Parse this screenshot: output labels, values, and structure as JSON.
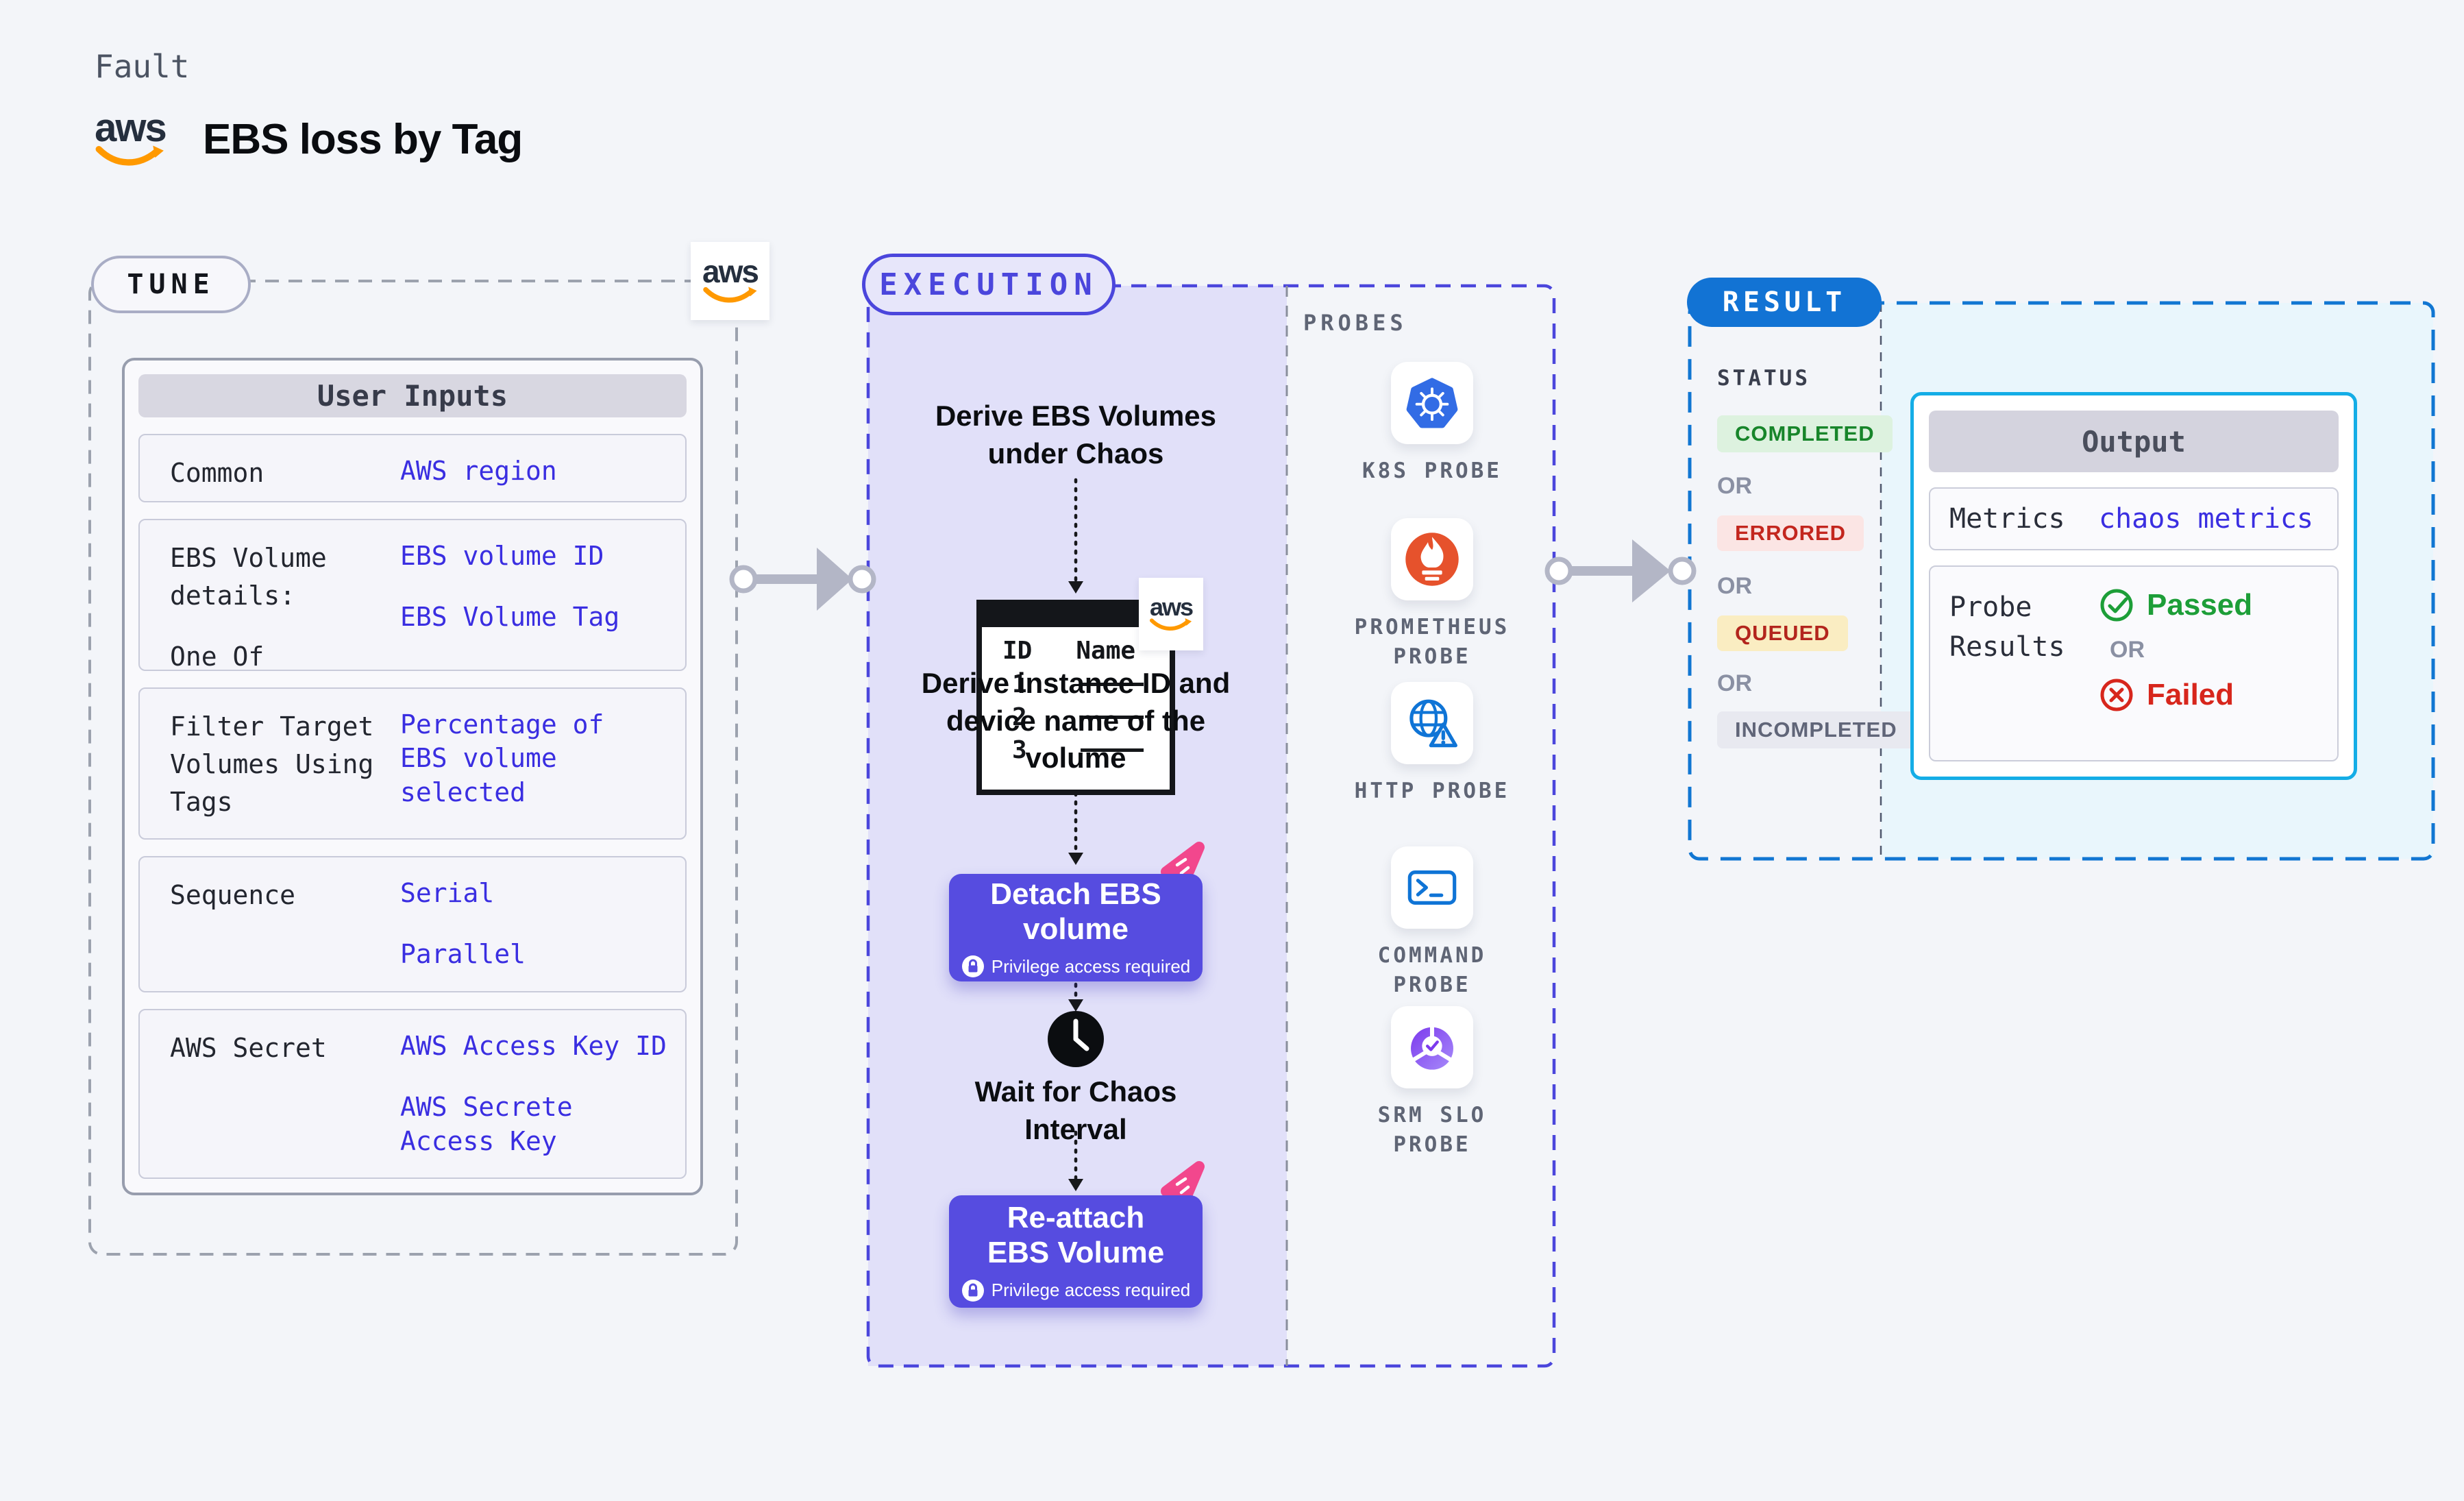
{
  "colors": {
    "page_bg": "#F3F5F9",
    "tune_dash": "#9CA2AE",
    "execution_accent": "#4B46DC",
    "execution_panel": "#E1E0F9",
    "button": "#564CE0",
    "result_accent": "#1273D4",
    "output_border": "#14ADE6",
    "value_blue": "#3A2EE1",
    "passed_green": "#1D9E38",
    "failed_red": "#D7261C",
    "chaos_pink": "#F2478D",
    "aws_orange": "#FF9900"
  },
  "header": {
    "kicker": "Fault",
    "title": "EBS loss by Tag"
  },
  "branding": {
    "aws_word": "aws"
  },
  "tune": {
    "pill": "TUNE",
    "user_inputs": {
      "header": "User Inputs",
      "rows": [
        {
          "labels": [
            "Common"
          ],
          "values": [
            "AWS region"
          ]
        },
        {
          "labels": [
            "EBS Volume details:",
            "One Of"
          ],
          "values": [
            "EBS volume ID",
            "EBS Volume Tag"
          ]
        },
        {
          "labels": [
            "Filter Target Volumes Using Tags"
          ],
          "values": [
            "Percentage of EBS volume selected"
          ]
        },
        {
          "labels": [
            "Sequence"
          ],
          "values": [
            "Serial",
            "Parallel"
          ]
        },
        {
          "labels": [
            "AWS Secret"
          ],
          "values": [
            "AWS Access Key ID",
            "AWS Secrete Access Key"
          ]
        }
      ]
    }
  },
  "execution": {
    "pill": "EXECUTION",
    "step1": "Derive EBS Volumes under Chaos",
    "table": {
      "columns": [
        "ID",
        "Name"
      ],
      "row_ids": [
        "1",
        "2",
        "3"
      ]
    },
    "step2": "Derive instance ID and device name of the volume",
    "detach": {
      "title": "Detach EBS volume",
      "badge": "Privilege access required"
    },
    "wait": "Wait for Chaos Interval",
    "reattach": {
      "title": "Re-attach EBS Volume",
      "badge": "Privilege access required"
    }
  },
  "probes": {
    "label": "PROBES",
    "items": [
      {
        "label": "K8S PROBE"
      },
      {
        "label": "PROMETHEUS PROBE"
      },
      {
        "label": "HTTP PROBE"
      },
      {
        "label": "COMMAND PROBE"
      },
      {
        "label": "SRM SLO PROBE"
      }
    ]
  },
  "result": {
    "pill": "RESULT",
    "status_label": "STATUS",
    "statuses": [
      "COMPLETED",
      "ERRORED",
      "QUEUED",
      "INCOMPLETED"
    ],
    "or": "OR",
    "output": {
      "header": "Output",
      "metrics_label": "Metrics",
      "metrics_value": "chaos metrics",
      "probe_results_label": "Probe Results",
      "passed": "Passed",
      "or": "OR",
      "failed": "Failed"
    }
  }
}
